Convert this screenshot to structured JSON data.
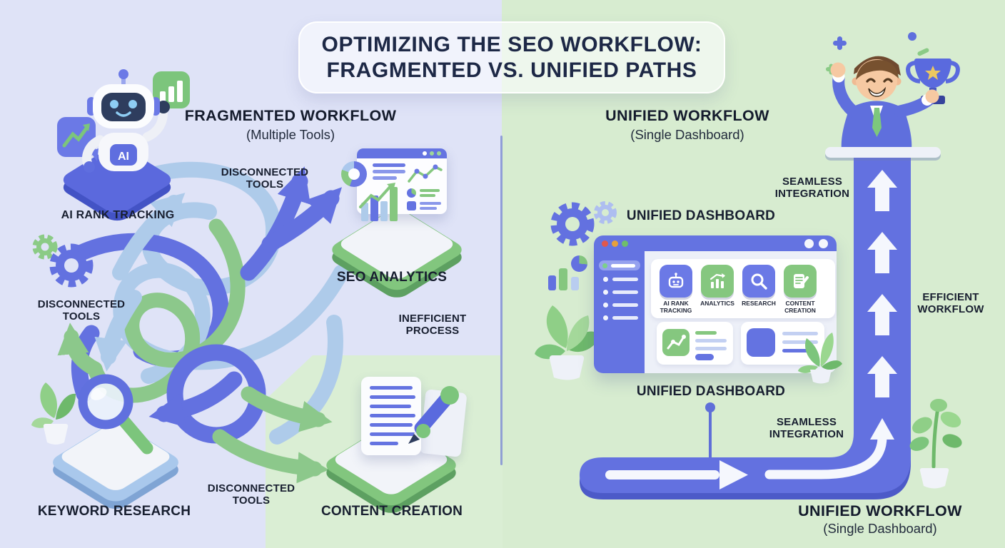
{
  "title": {
    "line1": "OPTIMIZING THE SEO WORKFLOW:",
    "line2": "FRAGMENTED VS. UNIFIED PATHS"
  },
  "left": {
    "heading": "FRAGMENTED WORKFLOW",
    "subheading": "(Multiple Tools)",
    "robot_badge": "AI",
    "labels": {
      "ai_rank_tracking": "AI RANK TRACKING",
      "disconnected_tools": "DISCONNECTED TOOLS",
      "seo_analytics": "SEO ANALYTICS",
      "inefficient_process": "INEFFICIENT PROCESS",
      "keyword_research": "KEYWORD RESEARCH",
      "content_creation": "CONTENT CREATION"
    }
  },
  "right": {
    "heading": "UNIFIED WORKFLOW",
    "subheading": "(Single Dashboard)",
    "labels": {
      "unified_dashboard": "UNIFIED DASHBOARD",
      "seamless_integration": "SEAMLESS INTEGRATION",
      "efficient_workflow": "EFFICIENT WORKFLOW",
      "footer_heading": "UNIFIED WORKFLOW",
      "footer_subheading": "(Single Dashboard)"
    },
    "dashboard_modules": [
      {
        "label": "AI RANK TRACKING",
        "icon": "robot-icon"
      },
      {
        "label": "ANALYTICS",
        "icon": "bar-chart-icon"
      },
      {
        "label": "RESEARCH",
        "icon": "search-icon"
      },
      {
        "label": "CONTENT CREATION",
        "icon": "document-edit-icon"
      }
    ]
  },
  "icons": [
    "robot-icon",
    "bar-chart-icon",
    "search-icon",
    "document-edit-icon",
    "gear-icon",
    "pie-chart-icon",
    "trophy-icon",
    "plant-icon",
    "magnifier-icon",
    "arrow-icon"
  ],
  "colors": {
    "left_bg": "#dfe3f7",
    "right_bg": "#d7ecd0",
    "primary_blue": "#6371e0",
    "light_blue": "#aecbea",
    "green": "#85c77f",
    "title_text": "#1d2846",
    "label_text": "#181f30"
  }
}
